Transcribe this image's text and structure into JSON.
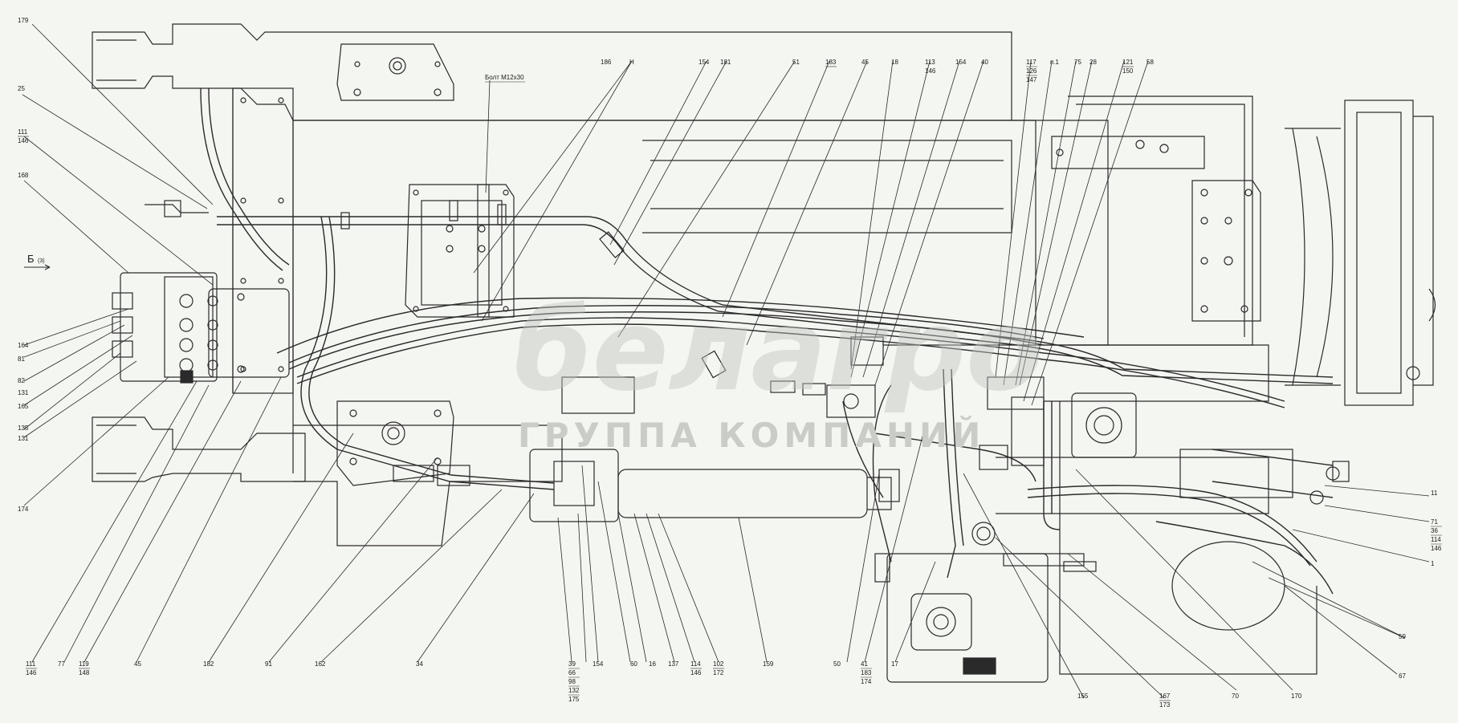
{
  "view": {
    "label": "Б",
    "sheet_ref": "(3)"
  },
  "annotation": {
    "text": "Болт М12х30"
  },
  "watermark": {
    "brand": "белагро",
    "subtitle": "ГРУППА КОМПАНИЙ"
  },
  "callouts": {
    "left": [
      "179",
      "25",
      "111",
      "146",
      "168",
      "164",
      "81",
      "82",
      "131",
      "165",
      "135",
      "131",
      "174"
    ],
    "top": [
      "186",
      "Н",
      "154",
      "181",
      "51",
      "183",
      "45",
      "18",
      "113",
      "146",
      "154",
      "40",
      "117",
      "126",
      "147",
      "п.1",
      "75",
      "28",
      "121",
      "150",
      "58"
    ],
    "bottom": [
      "111",
      "146",
      "77",
      "119",
      "148",
      "45",
      "182",
      "91",
      "162",
      "34",
      "39",
      "66",
      "98",
      "132",
      "175",
      "154",
      "60",
      "16",
      "137",
      "114",
      "146",
      "102",
      "172",
      "159",
      "50",
      "41",
      "183",
      "174",
      "17",
      "155",
      "167",
      "173",
      "70",
      "170",
      "67"
    ],
    "right": [
      "11",
      "71",
      "36",
      "114",
      "146",
      "1",
      "59"
    ]
  }
}
